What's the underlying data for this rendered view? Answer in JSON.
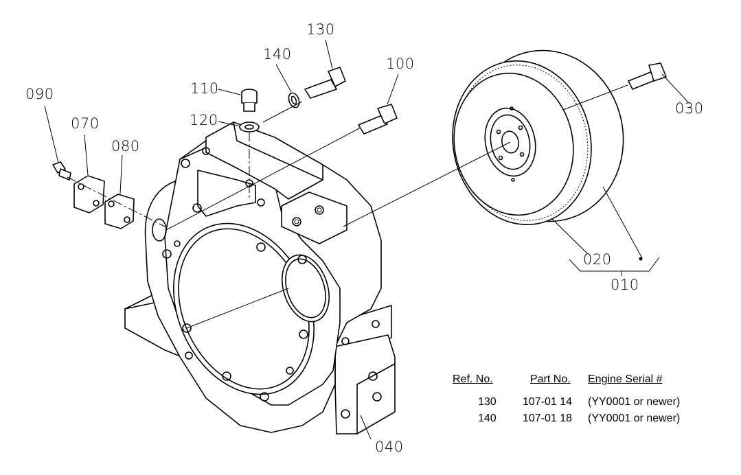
{
  "callouts": {
    "c090": "090",
    "c070": "070",
    "c080": "080",
    "c110": "110",
    "c120": "120",
    "c140": "140",
    "c130": "130",
    "c100": "100",
    "c030": "030",
    "c020": "020",
    "c010": "010",
    "c040": "040"
  },
  "table": {
    "headers": {
      "ref": "Ref. No.",
      "part": "Part No.",
      "serial": "Engine Serial #"
    },
    "rows": [
      {
        "ref": "130",
        "part": "107-01 14",
        "serial": "(YY0001 or newer)"
      },
      {
        "ref": "140",
        "part": "107-01 18",
        "serial": "(YY0001 or newer)"
      }
    ]
  }
}
